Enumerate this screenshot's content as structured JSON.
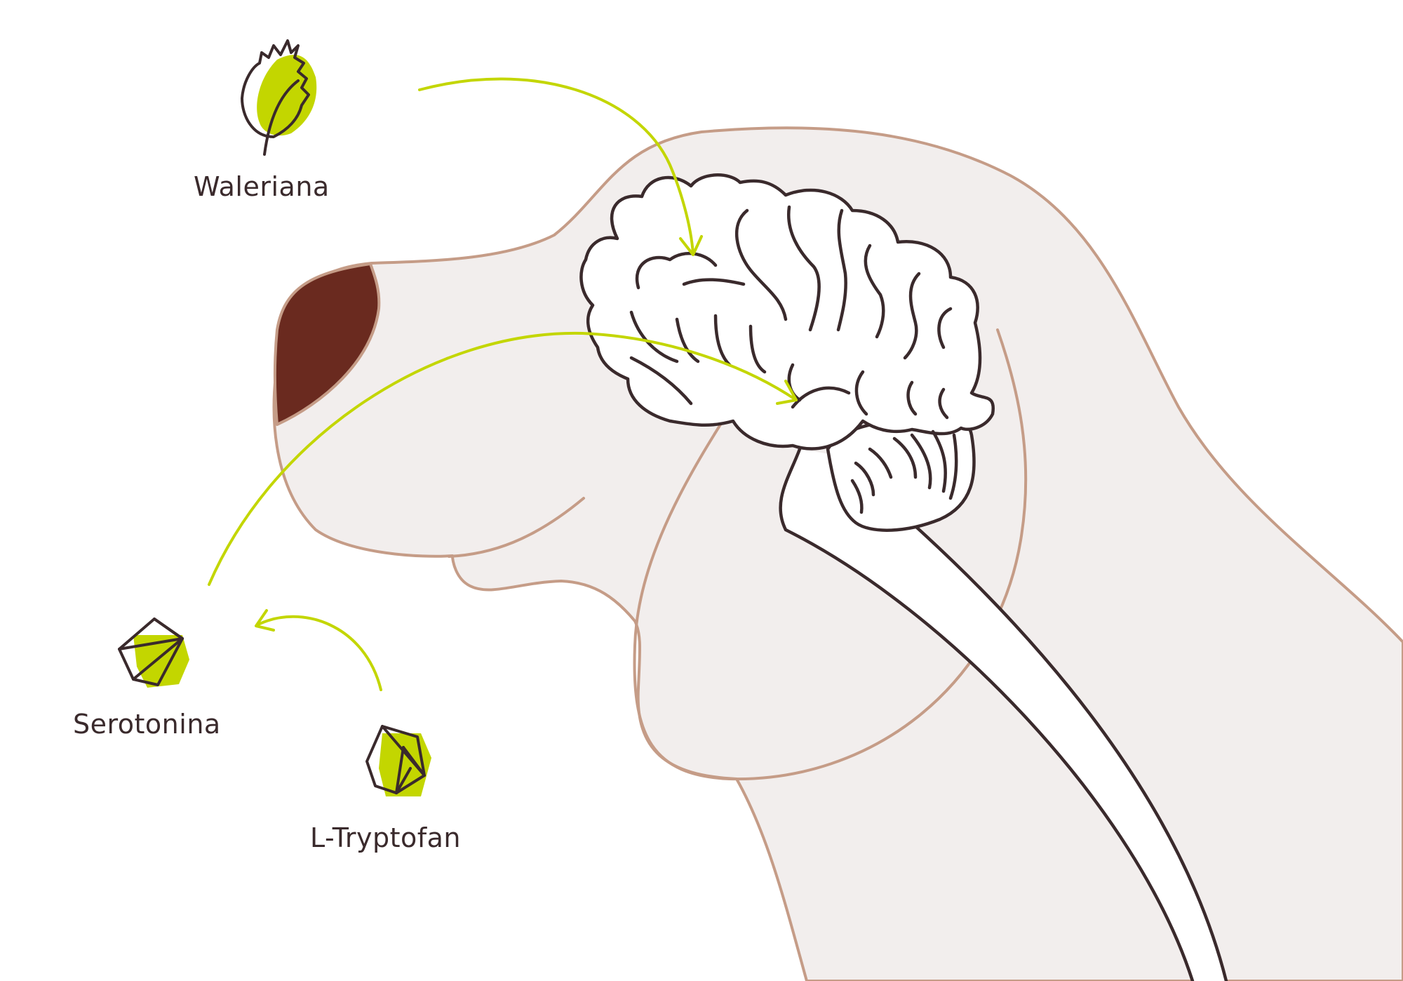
{
  "labels": {
    "waleriana": "Waleriana",
    "serotonina": "Serotonina",
    "tryptofan": "L-Tryptofan"
  },
  "icons": {
    "waleriana": "leaf-icon",
    "serotonina": "polyhedron-icon",
    "tryptofan": "polyhedron-icon"
  },
  "colors": {
    "accent_green": "#c3d600",
    "outline_dark": "#3a2a2c",
    "dog_outline": "#c59c87",
    "dog_fill": "#f2eeed",
    "nose": "#6a2a1f",
    "background": "#ffffff"
  }
}
